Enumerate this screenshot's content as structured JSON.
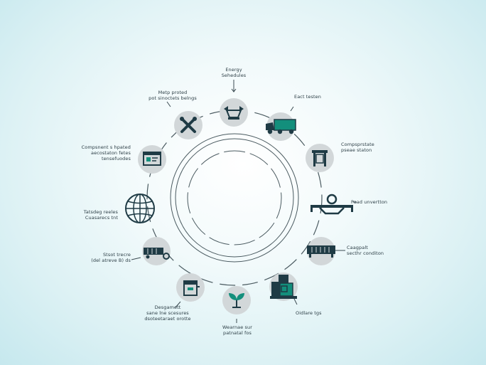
{
  "labels": {
    "top": [
      "Energy",
      "Sehedules"
    ],
    "upper_left": [
      "Metp proted",
      "pot sinoctets belngs"
    ],
    "upper_right": [
      "Eact testen"
    ],
    "left_1": [
      "Compsnent s hpated",
      "aecostaton fetes",
      "tensefuodes"
    ],
    "right_1": [
      "Compsprstate",
      "pseae staton"
    ],
    "left_2": [
      "Tatsdeg reeles",
      "Cuasarecs tnt"
    ],
    "right_2": [
      "Paad unvertton"
    ],
    "left_3": [
      "Stsot trecre",
      "(del atreve B) ds"
    ],
    "right_3": [
      "Caagpalt",
      "secthr conditon"
    ],
    "lower_left": [
      "Desgamett",
      "sane lne scesures",
      "dsoteetaraet orotte"
    ],
    "lower_right": [
      "Oidlare tgs"
    ],
    "bottom": [
      "Wearnae sur",
      "patnatal fos"
    ]
  },
  "colors": {
    "node_bg": "#d2d7d9",
    "icon_dark": "#1f3b45",
    "icon_teal": "#138f7c",
    "ring": "#4a5a60"
  },
  "icons": [
    "conveyor-hopper-icon",
    "delivery-truck-icon",
    "rack-icon",
    "forklift-platform-icon",
    "cargo-container-icon",
    "press-machine-icon",
    "leaf-icon",
    "warehouse-box-icon",
    "crossed-tools-icon",
    "computer-window-icon",
    "globe-icon",
    "trailer-icon"
  ]
}
